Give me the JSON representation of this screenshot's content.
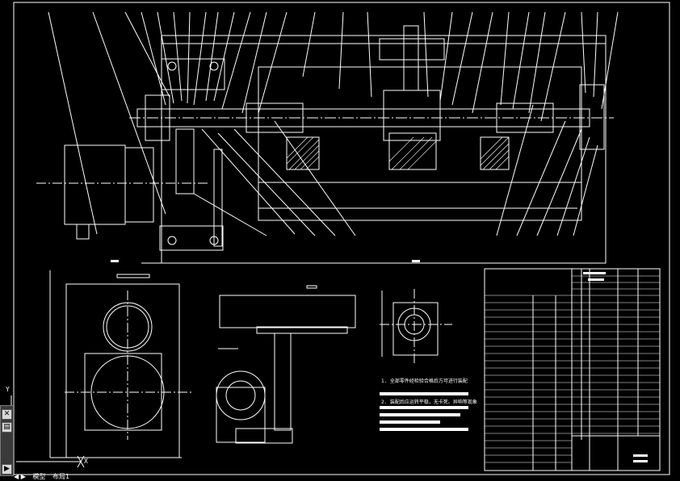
{
  "window": {
    "background": "#000000",
    "line_color": "#ffffff"
  },
  "axis_icon": {
    "y_label": "Y",
    "x_label": "X"
  },
  "toolbar": {
    "close_glyph": "✕",
    "layers_glyph": "▤",
    "expand_glyph": "▶"
  },
  "tabs": [
    {
      "label": "◀ ▶"
    },
    {
      "label": "模型"
    },
    {
      "label": "布局1"
    }
  ],
  "drawing": {
    "notes_title_1": "1. 全部零件经检验合格后方可进行装配",
    "notes_title_2": "2. 装配后应运转平稳，无卡死、异响等现象"
  }
}
